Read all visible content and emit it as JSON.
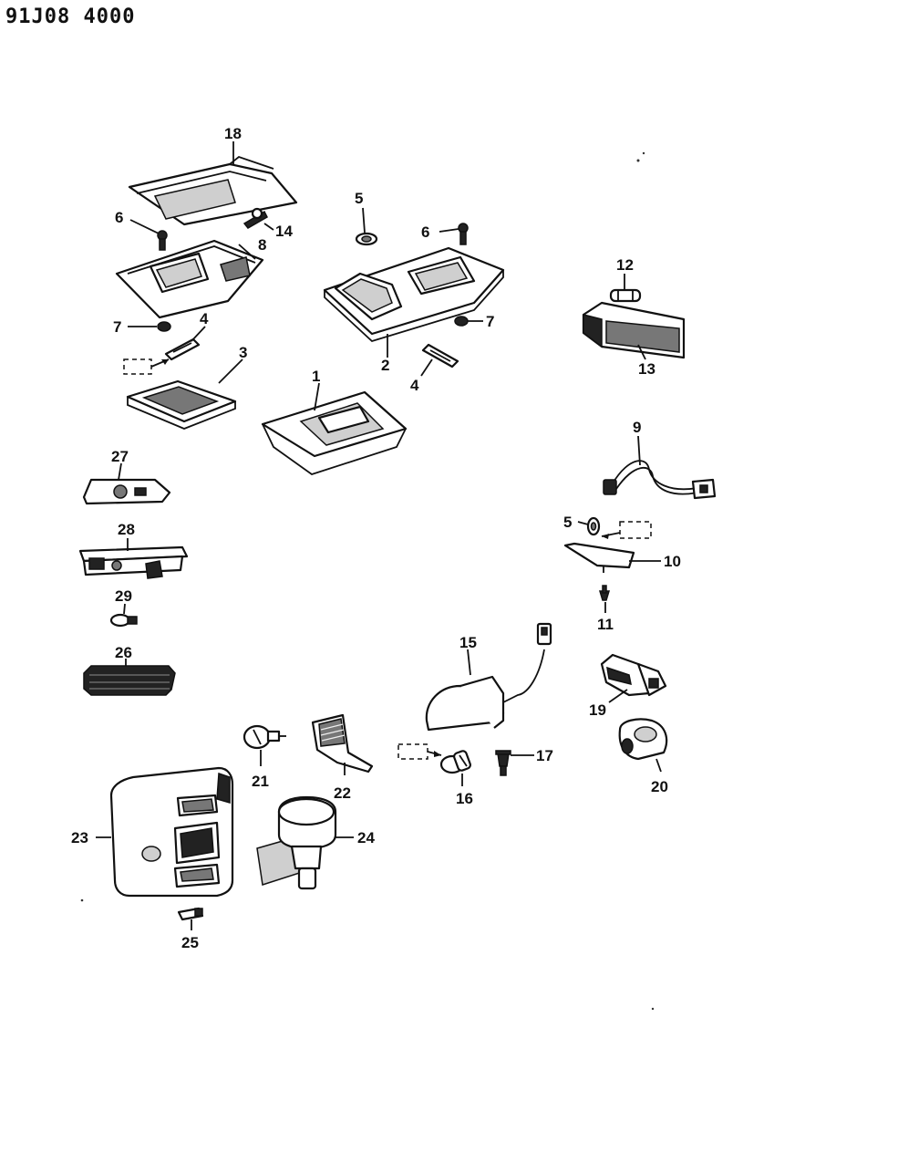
{
  "header": {
    "code": "91J08 4000"
  },
  "callouts": {
    "c1": "1",
    "c2": "2",
    "c3": "3",
    "c4a": "4",
    "c4b": "4",
    "c5a": "5",
    "c5b": "5",
    "c6a": "6",
    "c6b": "6",
    "c7a": "7",
    "c7b": "7",
    "c8": "8",
    "c9": "9",
    "c10": "10",
    "c11": "11",
    "c12": "12",
    "c13": "13",
    "c14": "14",
    "c15": "15",
    "c16": "16",
    "c17": "17",
    "c18": "18",
    "c19": "19",
    "c20": "20",
    "c21": "21",
    "c22": "22",
    "c23": "23",
    "c24": "24",
    "c25": "25",
    "c26": "26",
    "c27": "27",
    "c28": "28",
    "c29": "29"
  }
}
